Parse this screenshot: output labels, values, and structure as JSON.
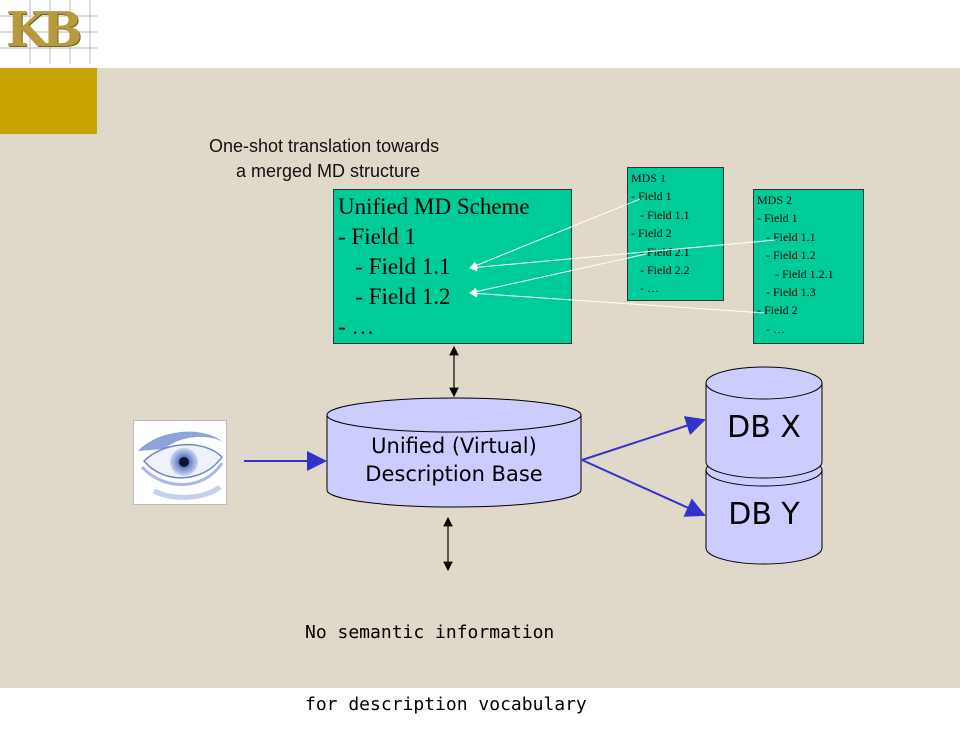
{
  "logo": {
    "text": "KB"
  },
  "caption": {
    "line1": "One-shot translation towards",
    "line2": "a merged MD structure"
  },
  "unified_scheme": {
    "lines": [
      "Unified MD Scheme",
      "- Field 1",
      "   - Field 1.1",
      "   - Field 1.2",
      "- …"
    ]
  },
  "mds1": {
    "lines": [
      "MDS 1",
      "- Field 1",
      "   - Field 1.1",
      "- Field 2",
      "   - Field 2.1",
      "   - Field 2.2",
      "   - …"
    ]
  },
  "mds2": {
    "lines": [
      "MDS 2",
      "- Field 1",
      "   - Field 1.1",
      "   - Field 1.2",
      "      - Field 1.2.1",
      "   - Field 1.3",
      "- Field 2",
      "   - …"
    ]
  },
  "description_base": {
    "line1": "Unified (Virtual)",
    "line2": "Description Base"
  },
  "databases": [
    {
      "label": "DB X"
    },
    {
      "label": "DB Y"
    }
  ],
  "note": {
    "line1": "No semantic information",
    "line2": "for description vocabulary"
  },
  "colors": {
    "background": "#e0d8c8",
    "accent_gold": "#c9a300",
    "scheme_green": "#00cc99",
    "cylinder_fill": "#ccccff",
    "arrow_blue": "#3333cc"
  },
  "icons": {
    "eye": "eye-icon"
  }
}
